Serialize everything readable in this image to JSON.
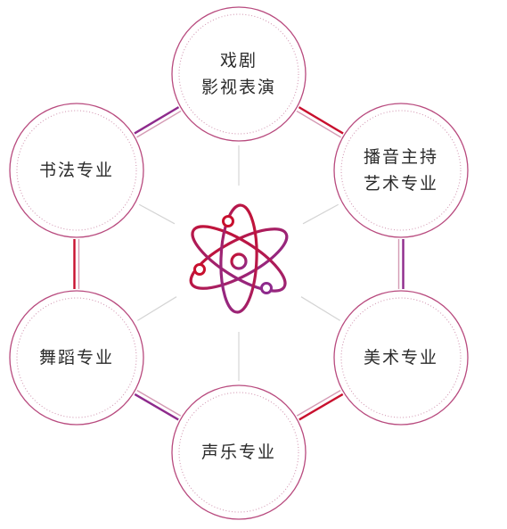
{
  "colors": {
    "crimson": "#c8102e",
    "magenta": "#8e2a8c",
    "ring_outer": "#b84a7e",
    "ring_inner": "#d49ab4",
    "spoke": "#d4d4d4",
    "text": "#2b2b2b"
  },
  "center_icon": "atom-icon",
  "nodes": [
    {
      "id": "drama",
      "lines": [
        "戏剧",
        "影视表演"
      ]
    },
    {
      "id": "broadcast",
      "lines": [
        "播音主持",
        "艺术专业"
      ]
    },
    {
      "id": "fine-art",
      "lines": [
        "美术专业"
      ]
    },
    {
      "id": "vocal",
      "lines": [
        "声乐专业"
      ]
    },
    {
      "id": "dance",
      "lines": [
        "舞蹈专业"
      ]
    },
    {
      "id": "calligraphy",
      "lines": [
        "书法专业"
      ]
    }
  ]
}
